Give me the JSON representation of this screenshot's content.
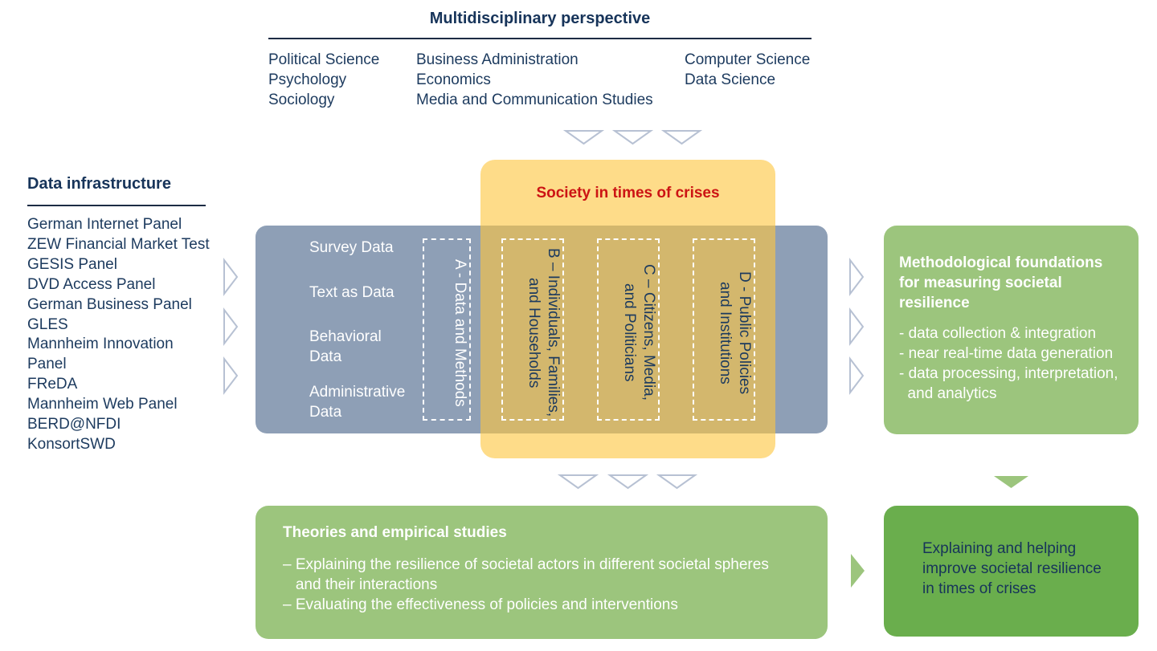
{
  "perspective": {
    "title": "Multidisciplinary perspective",
    "col1": [
      "Political Science",
      "Psychology",
      "Sociology"
    ],
    "col2": [
      "Business Administration",
      "Economics",
      "Media and Communication Studies"
    ],
    "col3": [
      "Computer Science",
      "Data Science"
    ]
  },
  "infrastructure": {
    "title": "Data infrastructure",
    "items": [
      "German Internet Panel",
      "ZEW Financial Market Test",
      "GESIS Panel",
      "DVD Access Panel",
      "German Business Panel",
      "GLES",
      "Mannheim Innovation",
      "Panel",
      "FReDA",
      "Mannheim Web Panel",
      "BERD@NFDI",
      "KonsortSWD"
    ]
  },
  "center": {
    "title": "Society in times of crises",
    "data_types": {
      "survey": "Survey Data",
      "text": "Text as Data",
      "behavioral_1": "Behavioral",
      "behavioral_2": "Data",
      "administrative_1": "Administrative",
      "administrative_2": "Data"
    },
    "areas": {
      "a": [
        "A - Data and Methods"
      ],
      "b": [
        "B – Individuals, Families,",
        "and Households"
      ],
      "c": [
        "C – Citizens, Media,",
        "and Politicians"
      ],
      "d": [
        "D - Public Policies",
        "and Institutions"
      ]
    }
  },
  "methodology": {
    "title_lines": [
      "Methodological foundations",
      "for measuring societal",
      "resilience"
    ],
    "items": [
      "- data collection & integration",
      "- near real-time data generation",
      "- data processing, interpretation,",
      "  and analytics"
    ]
  },
  "theories": {
    "title": "Theories and empirical studies",
    "items": [
      "– Explaining the resilience of societal actors in different societal spheres",
      "   and their interactions",
      "– Evaluating the effectiveness of policies and interventions"
    ]
  },
  "result": {
    "lines": [
      "Explaining and helping",
      "improve societal resilience",
      "in times of crises"
    ]
  },
  "colors": {
    "navy": "#17345a",
    "blue_box": "#8e9fb6",
    "yellow_box": "#fdc740",
    "green_light": "#9cc57d",
    "green_dark": "#6aae4d",
    "crises_red": "#cc1414",
    "arrow_outline": "#b7c1d3"
  }
}
